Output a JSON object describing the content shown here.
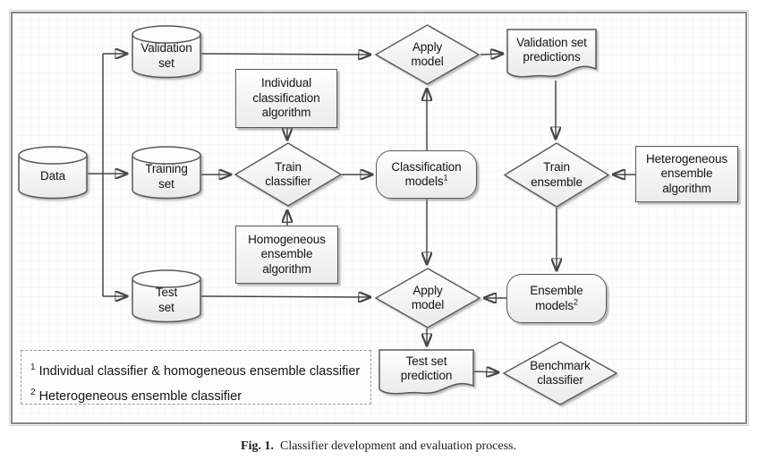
{
  "figure": {
    "caption_label": "Fig. 1.",
    "caption_text": "Classifier development and evaluation process."
  },
  "nodes": {
    "data": {
      "label": "Data"
    },
    "validation_set": {
      "label": "Validation\nset"
    },
    "training_set": {
      "label": "Training\nset"
    },
    "test_set": {
      "label": "Test\nset"
    },
    "individual_algorithm": {
      "label": "Individual\nclassification\nalgorithm"
    },
    "homogeneous_algorithm": {
      "label": "Homogeneous\nensemble\nalgorithm"
    },
    "heterogeneous_algorithm": {
      "label": "Heterogeneous\nensemble\nalgorithm"
    },
    "train_classifier": {
      "label": "Train\nclassifier"
    },
    "apply_model_validation": {
      "label": "Apply\nmodel"
    },
    "apply_model_test": {
      "label": "Apply\nmodel"
    },
    "train_ensemble": {
      "label": "Train\nensemble"
    },
    "classification_models": {
      "label": "Classification\nmodels",
      "sup": "1"
    },
    "ensemble_models": {
      "label": "Ensemble\nmodels",
      "sup": "2"
    },
    "validation_predictions": {
      "label": "Validation set\npredictions"
    },
    "test_prediction": {
      "label": "Test set\nprediction"
    },
    "benchmark_classifier": {
      "label": "Benchmark\nclassifier"
    }
  },
  "legend": {
    "items": [
      {
        "sup": "1",
        "text": "Individual classifier & homogeneous ensemble classifier"
      },
      {
        "sup": "2",
        "text": "Heterogeneous ensemble classifier"
      }
    ]
  }
}
